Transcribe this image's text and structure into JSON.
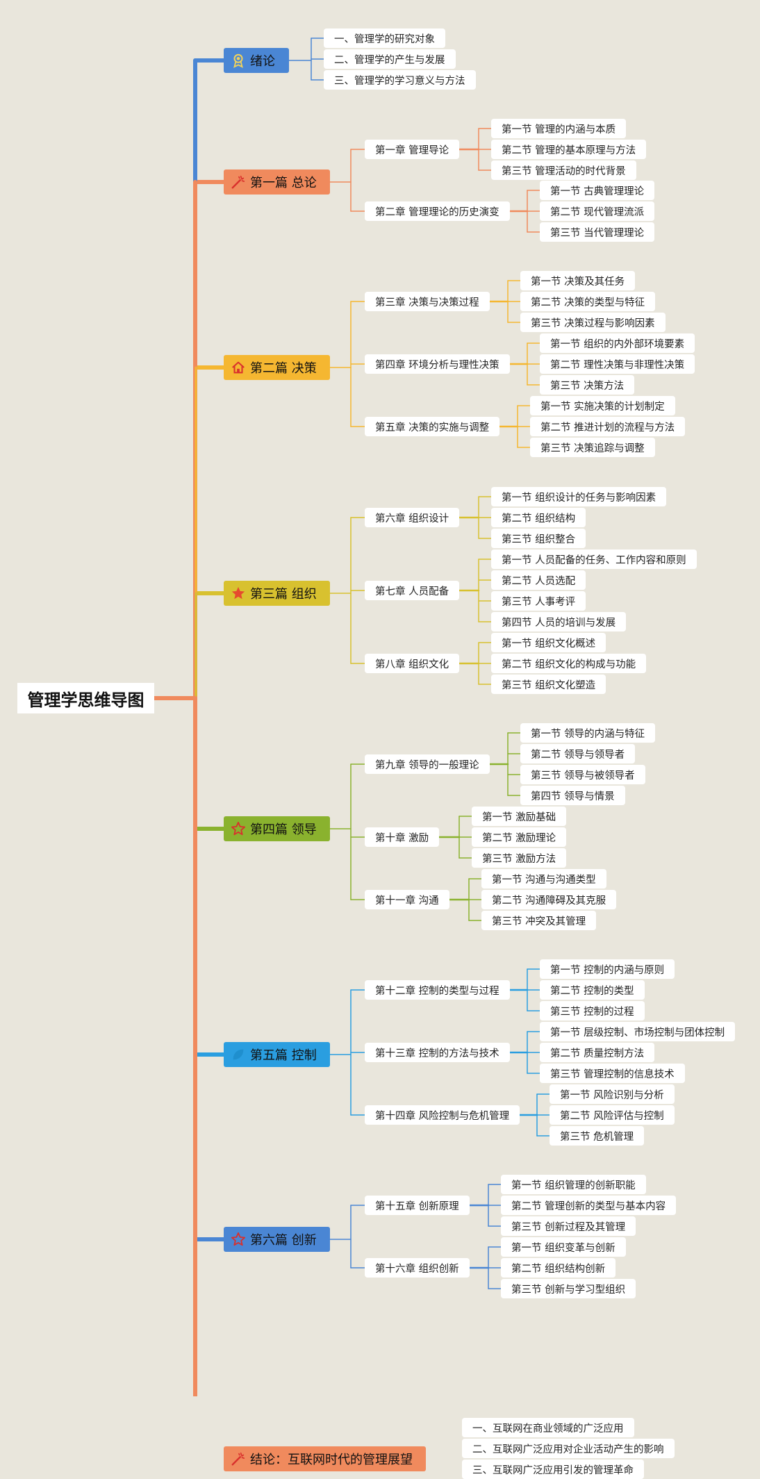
{
  "root": {
    "title": "管理学思维导图"
  },
  "parts": [
    {
      "title": "绪论",
      "color": "#4a86d4",
      "icon": "award-icon",
      "sections": [
        "一、管理学的研究对象",
        "二、管理学的产生与发展",
        "三、管理学的学习意义与方法"
      ]
    },
    {
      "title": "第一篇 总论",
      "color": "#f08a5d",
      "icon": "magic-wand-icon",
      "chapters": [
        {
          "title": "第一章 管理导论",
          "sections": [
            "第一节 管理的内涵与本质",
            "第二节 管理的基本原理与方法",
            "第三节 管理活动的时代背景"
          ]
        },
        {
          "title": "第二章 管理理论的历史演变",
          "sections": [
            "第一节 古典管理理论",
            "第二节 现代管理流派",
            "第三节 当代管理理论"
          ]
        }
      ]
    },
    {
      "title": "第二篇 决策",
      "color": "#f5b731",
      "icon": "home-icon",
      "chapters": [
        {
          "title": "第三章 决策与决策过程",
          "sections": [
            "第一节 决策及其任务",
            "第二节 决策的类型与特征",
            "第三节 决策过程与影响因素"
          ]
        },
        {
          "title": "第四章 环境分析与理性决策",
          "sections": [
            "第一节 组织的内外部环境要素",
            "第二节 理性决策与非理性决策",
            "第三节 决策方法"
          ]
        },
        {
          "title": "第五章 决策的实施与调整",
          "sections": [
            "第一节 实施决策的计划制定",
            "第二节 推进计划的流程与方法",
            "第三节 决策追踪与调整"
          ]
        }
      ]
    },
    {
      "title": "第三篇 组织",
      "color": "#d8c12f",
      "icon": "star-icon",
      "chapters": [
        {
          "title": "第六章 组织设计",
          "sections": [
            "第一节 组织设计的任务与影响因素",
            "第二节 组织结构",
            "第三节 组织整合"
          ]
        },
        {
          "title": "第七章 人员配备",
          "sections": [
            "第一节 人员配备的任务、工作内容和原则",
            "第二节 人员选配",
            "第三节 人事考评",
            "第四节 人员的培训与发展"
          ]
        },
        {
          "title": "第八章 组织文化",
          "sections": [
            "第一节 组织文化概述",
            "第二节 组织文化的构成与功能",
            "第三节 组织文化塑造"
          ]
        }
      ]
    },
    {
      "title": "第四篇 领导",
      "color": "#8ab22e",
      "icon": "star-outline-icon",
      "chapters": [
        {
          "title": "第九章 领导的一般理论",
          "sections": [
            "第一节 领导的内涵与特征",
            "第二节 领导与领导者",
            "第三节 领导与被领导者",
            "第四节 领导与情景"
          ]
        },
        {
          "title": "第十章 激励",
          "sections": [
            "第一节 激励基础",
            "第二节 激励理论",
            "第三节 激励方法"
          ]
        },
        {
          "title": "第十一章 沟通",
          "sections": [
            "第一节 沟通与沟通类型",
            "第二节 沟通障碍及其克服",
            "第三节 冲突及其管理"
          ]
        }
      ]
    },
    {
      "title": "第五篇 控制",
      "color": "#2a9ee0",
      "icon": "leaf-icon",
      "chapters": [
        {
          "title": "第十二章 控制的类型与过程",
          "sections": [
            "第一节 控制的内涵与原则",
            "第二节 控制的类型",
            "第三节 控制的过程"
          ]
        },
        {
          "title": "第十三章 控制的方法与技术",
          "sections": [
            "第一节 层级控制、市场控制与团体控制",
            "第二节 质量控制方法",
            "第三节 管理控制的信息技术"
          ]
        },
        {
          "title": "第十四章 风险控制与危机管理",
          "sections": [
            "第一节 风险识别与分析",
            "第二节 风险评估与控制",
            "第三节 危机管理"
          ]
        }
      ]
    },
    {
      "title": "第六篇 创新",
      "color": "#4a86d4",
      "icon": "star-outline-icon",
      "chapters": [
        {
          "title": "第十五章 创新原理",
          "sections": [
            "第一节 组织管理的创新职能",
            "第二节 管理创新的类型与基本内容",
            "第三节 创新过程及其管理"
          ]
        },
        {
          "title": "第十六章 组织创新",
          "sections": [
            "第一节 组织变革与创新",
            "第二节 组织结构创新",
            "第三节 创新与学习型组织"
          ]
        }
      ]
    },
    {
      "title": "结论：互联网时代的管理展望",
      "color": "#f08a5d",
      "icon": "magic-wand-icon",
      "sections": [
        "一、互联网在商业领域的广泛应用",
        "二、互联网广泛应用对企业活动产生的影响",
        "三、互联网广泛应用引发的管理革命"
      ]
    }
  ]
}
